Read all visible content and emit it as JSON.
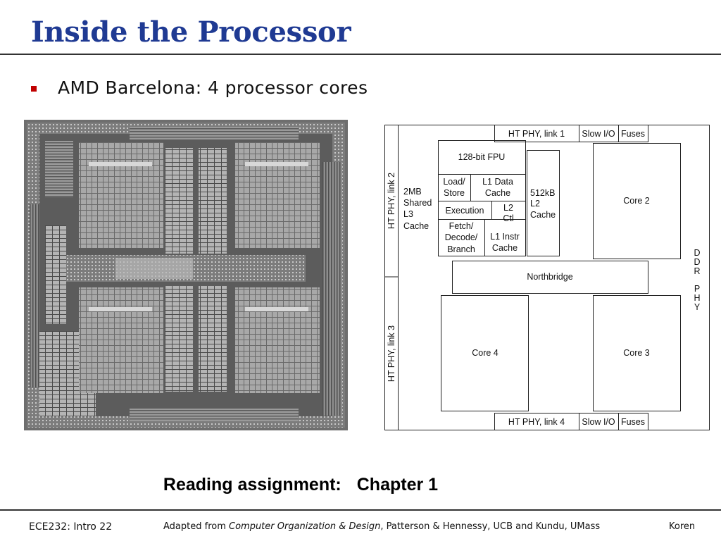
{
  "slide": {
    "title": "Inside the Processor",
    "bullet": "AMD Barcelona: 4 processor cores",
    "reading_label": "Reading assignment:",
    "reading_chapter": "Chapter 1"
  },
  "floorplan": {
    "ht_link1": "HT PHY, link 1",
    "ht_link2": "HT PHY, link 2",
    "ht_link3": "HT PHY, link 3",
    "ht_link4": "HT PHY, link 4",
    "slow_io": "Slow I/O",
    "fuses": "Fuses",
    "fpu": "128-bit FPU",
    "load_store": [
      "Load/",
      "Store"
    ],
    "l1_data": [
      "L1 Data",
      "Cache"
    ],
    "execution": "Execution",
    "l2_ctl": [
      "L2",
      "Ctl"
    ],
    "fetch": [
      "Fetch/",
      "Decode/",
      "Branch"
    ],
    "l1_instr": [
      "L1 Instr",
      "Cache"
    ],
    "l2_cache": [
      "512kB",
      "L2",
      "Cache"
    ],
    "l3_cache": [
      "2MB",
      "Shared",
      "L3",
      "Cache"
    ],
    "core2": "Core 2",
    "core3": "Core 3",
    "core4": "Core 4",
    "northbridge": "Northbridge",
    "ddr_phy": [
      "D",
      "D",
      "R",
      "",
      "P",
      "H",
      "Y"
    ]
  },
  "footer": {
    "left": "ECE232: Intro 22",
    "mid_prefix": "Adapted from ",
    "mid_book": "Computer Organization & Design",
    "mid_suffix": ", Patterson & Hennessy, UCB and Kundu, UMass",
    "right": "Koren"
  }
}
